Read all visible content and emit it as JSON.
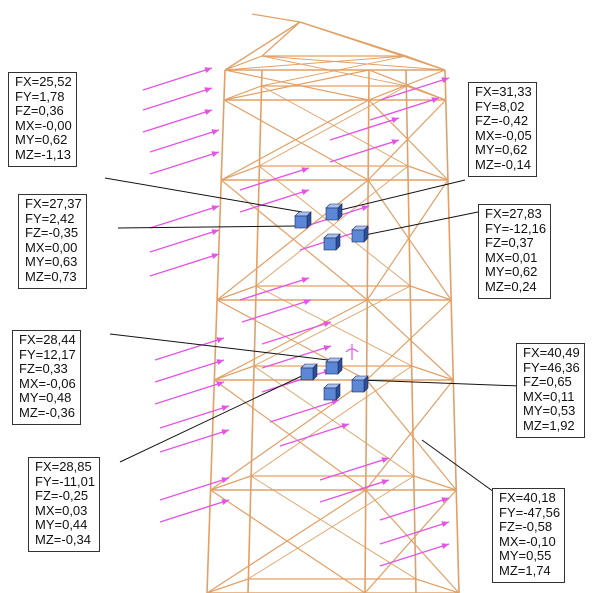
{
  "colors": {
    "frame": "#e2a066",
    "load": "#e455e6",
    "leader": "#111111",
    "node_face": "#5c86d6",
    "node_top": "#a9c0ef",
    "node_side": "#2d4f99",
    "box_border": "#333333"
  },
  "icons": {
    "node": "support-node-icon",
    "axis": "local-axis-icon"
  },
  "labels": [
    {
      "id": "tl",
      "FX": "FX=25,52",
      "FY": "FY=1,78",
      "FZ": "FZ=0,36",
      "MX": "MX=-0,00",
      "MY": "MY=0,62",
      "MZ": "MZ=-1,13"
    },
    {
      "id": "tr",
      "FX": "FX=31,33",
      "FY": "FY=8,02",
      "FZ": "FZ=-0,42",
      "MX": "MX=-0,05",
      "MY": "MY=0,62",
      "MZ": "MZ=-0,14"
    },
    {
      "id": "ml",
      "FX": "FX=27,37",
      "FY": "FY=2,42",
      "FZ": "FZ=-0,35",
      "MX": "MX=0,00",
      "MY": "MY=0,63",
      "MZ": "MZ=0,73"
    },
    {
      "id": "mr",
      "FX": "FX=27,83",
      "FY": "FY=-12,16",
      "FZ": "FZ=0,37",
      "MX": "MX=0,01",
      "MY": "MY=0,62",
      "MZ": "MZ=0,24"
    },
    {
      "id": "ll",
      "FX": "FX=28,44",
      "FY": "FY=12,17",
      "FZ": "FZ=0,33",
      "MX": "MX=-0,06",
      "MY": "MY=0,48",
      "MZ": "MZ=-0,36"
    },
    {
      "id": "lr",
      "FX": "FX=40,49",
      "FY": "FY=46,36",
      "FZ": "FZ=0,65",
      "MX": "MX=0,11",
      "MY": "MY=0,53",
      "MZ": "MZ=1,92"
    },
    {
      "id": "bl",
      "FX": "FX=28,85",
      "FY": "FY=-11,01",
      "FZ": "FZ=-0,25",
      "MX": "MX=0,03",
      "MY": "MY=0,44",
      "MZ": "MZ=-0,34"
    },
    {
      "id": "br",
      "FX": "FX=40,18",
      "FY": "FY=-47,56",
      "FZ": "FZ=-0,58",
      "MX": "MX=-0,10",
      "MY": "MY=0,55",
      "MZ": "MZ=1,74"
    }
  ]
}
